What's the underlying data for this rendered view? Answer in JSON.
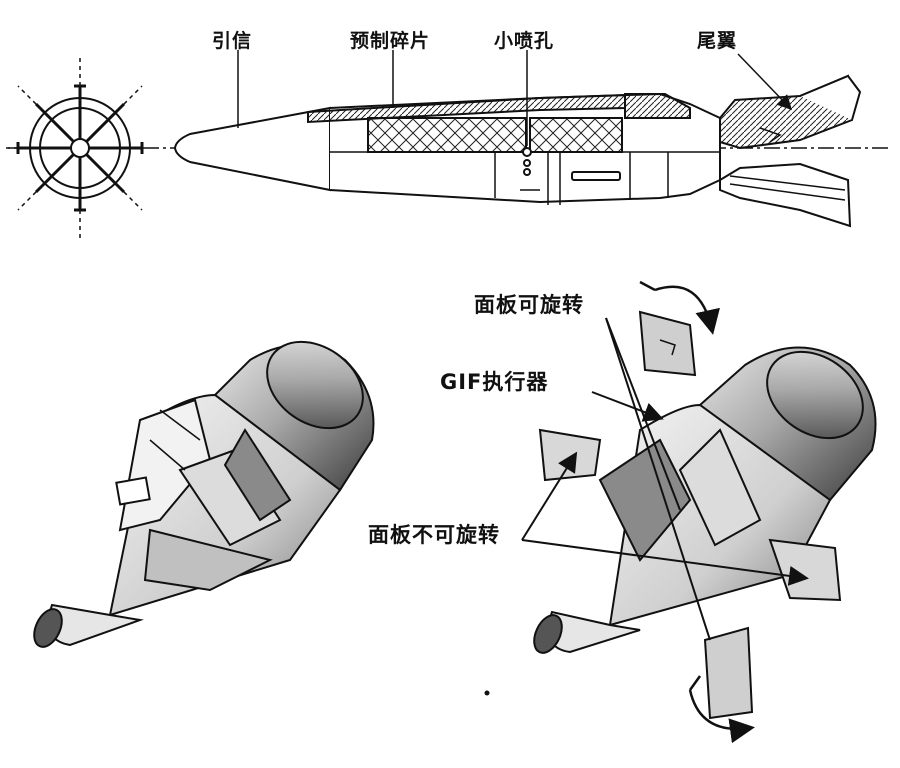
{
  "labels": {
    "fuze": "引信",
    "prefragment": "预制碎片",
    "small_nozzle": "小喷孔",
    "tail_fin": "尾翼",
    "panel_rotatable": "面板可旋转",
    "gif_actuator": "GIF执行器",
    "panel_not_rotatable": "面板不可旋转"
  },
  "colors": {
    "ink": "#111111",
    "hatch": "#333333",
    "shade_light": "#cfcfcf",
    "shade_mid": "#9a9a9a",
    "shade_dark": "#4a4a4a"
  }
}
